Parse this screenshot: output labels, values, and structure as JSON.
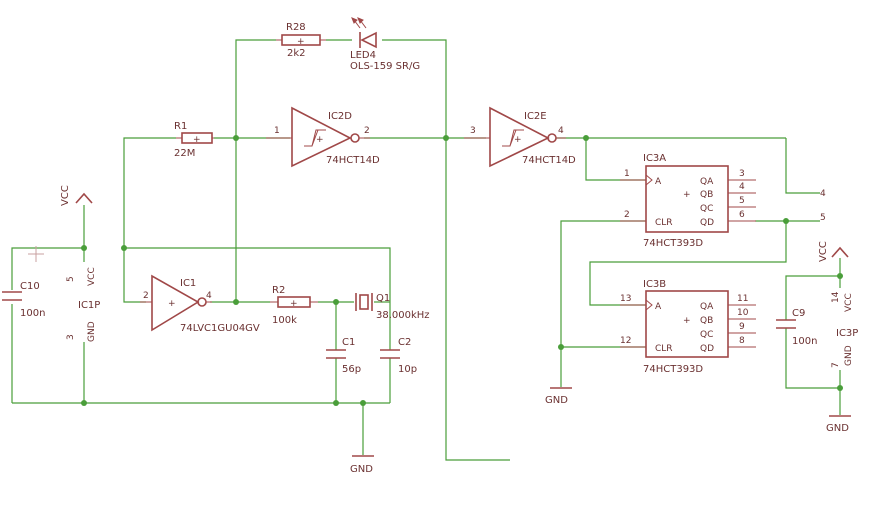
{
  "components": {
    "r28": {
      "ref": "R28",
      "value": "2k2"
    },
    "led4": {
      "ref": "LED4",
      "value": "OLS-159 SR/G"
    },
    "r1": {
      "ref": "R1",
      "value": "22M"
    },
    "ic2d": {
      "ref": "IC2D",
      "value": "74HCT14D",
      "pin_in": "1",
      "pin_out": "2"
    },
    "ic2e": {
      "ref": "IC2E",
      "value": "74HCT14D",
      "pin_in": "3",
      "pin_out": "4"
    },
    "ic1": {
      "ref": "IC1",
      "value": "74LVC1GU04GV",
      "pin_in": "2",
      "pin_out": "4"
    },
    "r2": {
      "ref": "R2",
      "value": "100k"
    },
    "q1": {
      "ref": "Q1",
      "value": "38.000kHz"
    },
    "c1": {
      "ref": "C1",
      "value": "56p"
    },
    "c2": {
      "ref": "C2",
      "value": "10p"
    },
    "c10": {
      "ref": "C10",
      "value": "100n"
    },
    "c9": {
      "ref": "C9",
      "value": "100n"
    },
    "ic1p": {
      "ref": "IC1P",
      "vcc_pin": "5",
      "gnd_pin": "3",
      "vcc": "VCC",
      "gnd": "GND"
    },
    "ic3p": {
      "ref": "IC3P",
      "vcc_pin": "14",
      "gnd_pin": "7",
      "vcc": "VCC",
      "gnd": "GND"
    },
    "ic3a": {
      "ref": "IC3A",
      "value": "74HCT393D",
      "in_a": "A",
      "clr": "CLR",
      "pin_a": "1",
      "pin_clr": "2",
      "outputs": [
        {
          "label": "QA",
          "pin": "3"
        },
        {
          "label": "QB",
          "pin": "4"
        },
        {
          "label": "QC",
          "pin": "5"
        },
        {
          "label": "QD",
          "pin": "6"
        }
      ]
    },
    "ic3b": {
      "ref": "IC3B",
      "value": "74HCT393D",
      "in_a": "A",
      "clr": "CLR",
      "pin_a": "13",
      "pin_clr": "12",
      "outputs": [
        {
          "label": "QA",
          "pin": "11"
        },
        {
          "label": "QB",
          "pin": "10"
        },
        {
          "label": "QC",
          "pin": "9"
        },
        {
          "label": "QD",
          "pin": "8"
        }
      ]
    }
  },
  "supplies": {
    "vcc_left": "VCC",
    "vcc_right": "VCC",
    "gnd_main": "GND",
    "gnd_ic3": "GND",
    "gnd_right": "GND"
  },
  "net_stubs": {
    "ic3a_qa_right": "4",
    "ic3a_qd_right": "5"
  },
  "colors": {
    "wire": "#4a9e3a",
    "symbol": "#a04848",
    "text": "#6a3030"
  }
}
